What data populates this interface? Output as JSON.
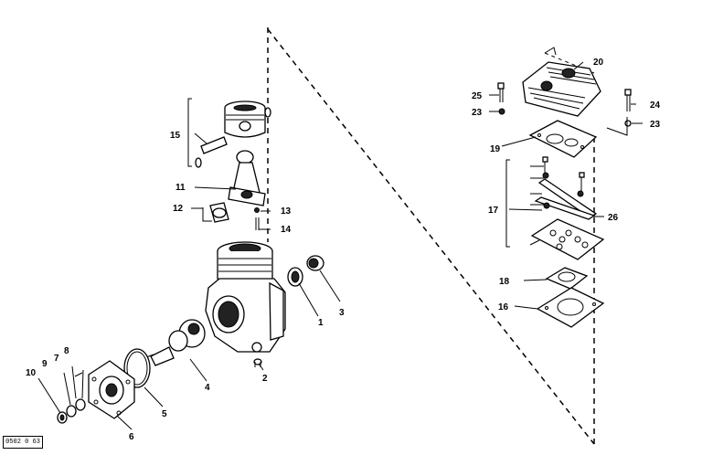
{
  "callouts": {
    "c1": "1",
    "c2": "2",
    "c3": "3",
    "c4": "4",
    "c5": "5",
    "c6": "6",
    "c7": "7",
    "c8": "8",
    "c9": "9",
    "c10": "10",
    "c11": "11",
    "c12": "12",
    "c13": "13",
    "c14": "14",
    "c15": "15",
    "c16": "16",
    "c17": "17",
    "c18": "18",
    "c19": "19",
    "c20": "20",
    "c21": "23",
    "c22": "24",
    "c23": "23",
    "c24": "25",
    "c26": "26"
  },
  "stamp": "0502 0 63"
}
